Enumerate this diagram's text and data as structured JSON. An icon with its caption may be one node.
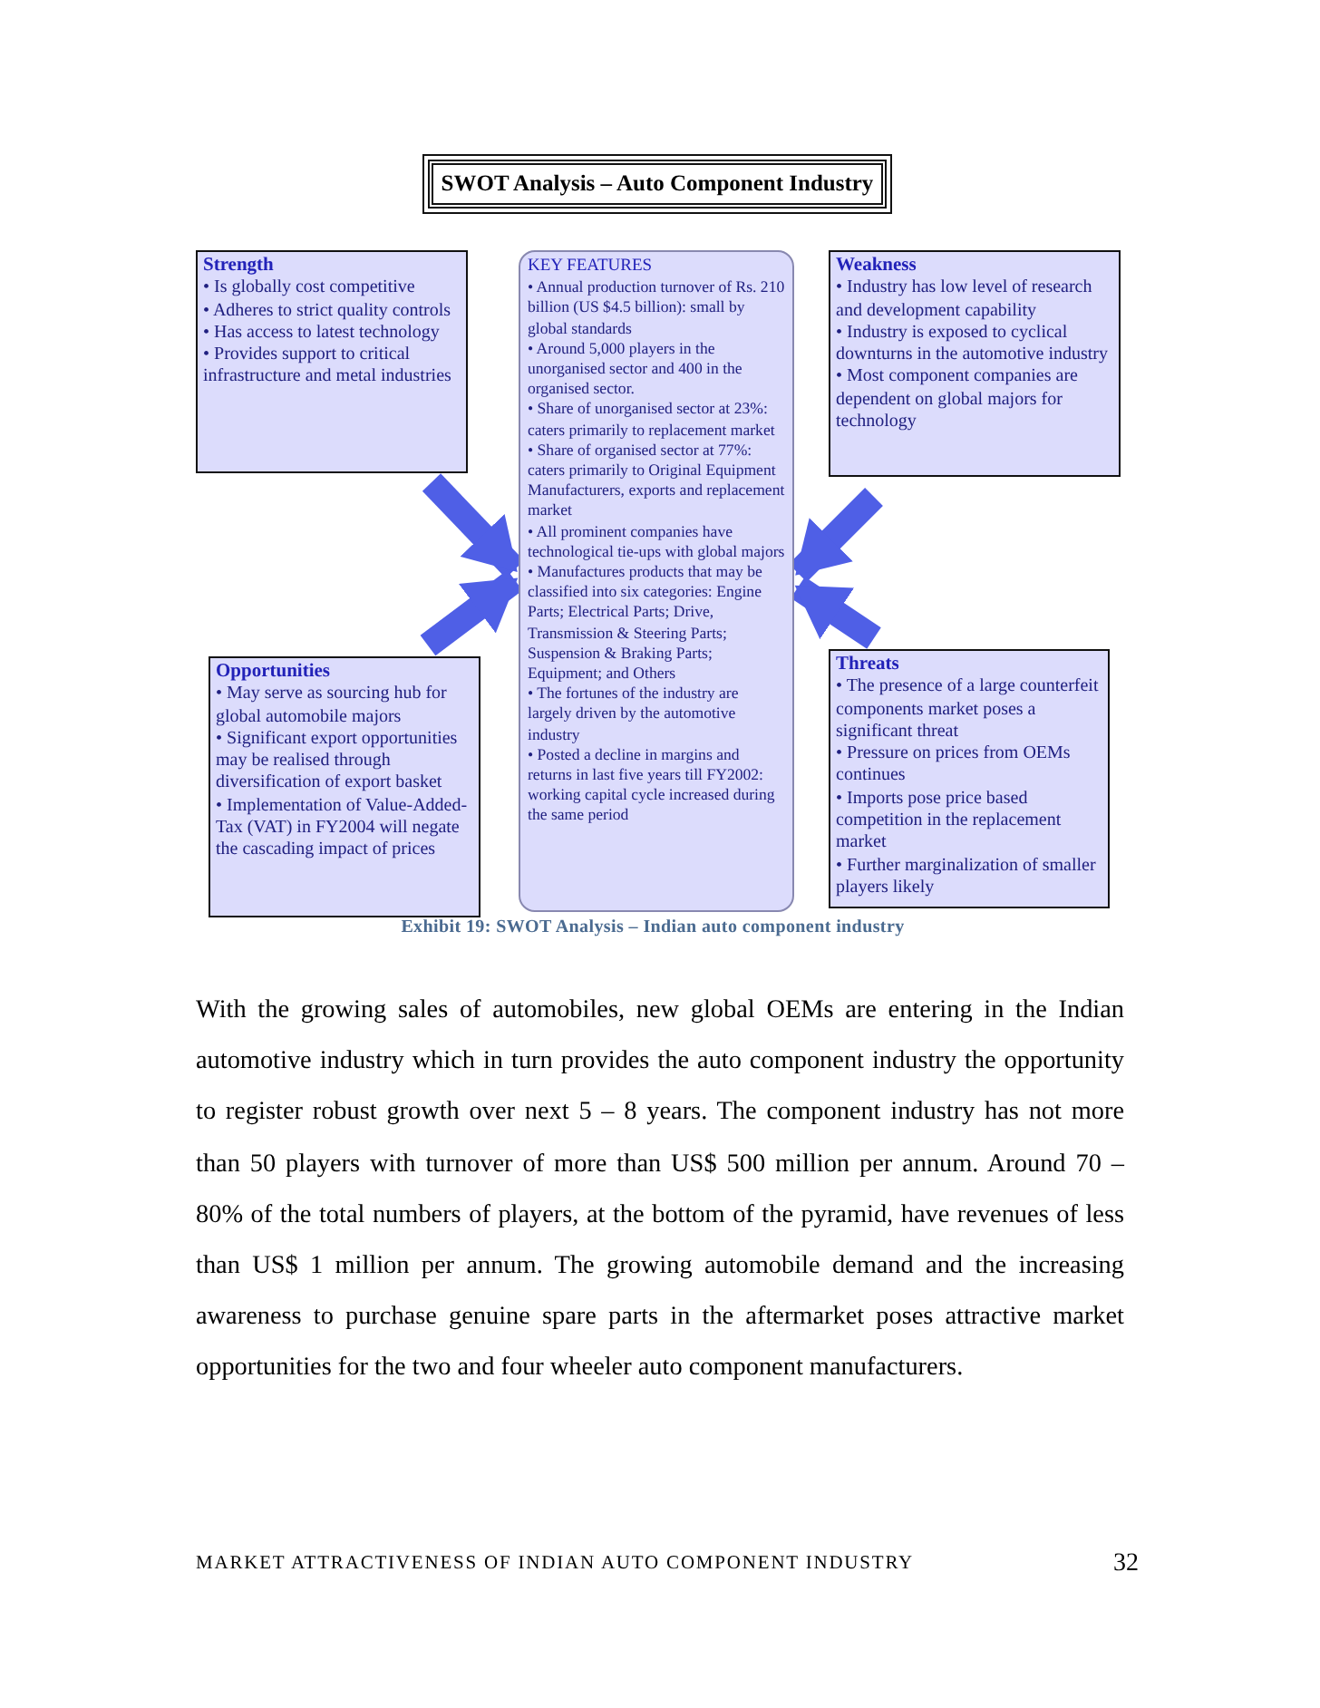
{
  "diagram": {
    "caption": "Exhibit 19: SWOT Analysis – Indian auto component industry",
    "nodes": [
      {
        "text": [
          "SWOT Analysis – Auto Component Industry"
        ]
      },
      {
        "text": [
          "Strength",
          "• Is globally cost competitive",
          "• Adheres to strict quality controls",
          "• Has access to latest technology",
          "• Provides support to critical infrastructure and metal industries"
        ]
      },
      {
        "text": [
          "KEY FEATURES",
          "• Annual production turnover of Rs. 210 billion (US $4.5 billion): small by global standards",
          "• Around 5,000 players in the unorganised sector and 400 in the organised sector.",
          "• Share of unorganised sector at 23%: caters primarily to replacement market",
          "• Share of organised sector at 77%: caters primarily to Original Equipment Manufacturers, exports and replacement market",
          "• All prominent companies have technological tie-ups with global majors",
          "• Manufactures products that may be classified into six categories: Engine Parts; Electrical Parts; Drive, Transmission & Steering Parts; Suspension & Braking Parts; Equipment; and Others",
          "• The fortunes of the industry are largely driven by the automotive industry",
          "• Posted a decline in margins and returns in last five years till FY2002: working capital cycle increased during the same period"
        ]
      },
      {
        "text": [
          "Weakness",
          "• Industry has low level of research and development capability",
          "• Industry is exposed to cyclical downturns in the automotive industry",
          "• Most component companies are dependent on global majors for technology"
        ]
      },
      {
        "text": [
          "Opportunities",
          "• May serve as sourcing hub for global automobile majors",
          "• Significant export opportunities may be realised through diversification of export basket",
          "• Implementation of Value-Added-Tax (VAT) in FY2004 will negate the cascading impact of prices"
        ]
      },
      {
        "text": [
          "Threats",
          "• The presence of a large counterfeit components market poses a significant threat",
          "• Pressure on prices from OEMs continues",
          "• Imports pose price based competition in the replacement market",
          "• Further marginalization of smaller players likely"
        ]
      }
    ],
    "edges": [
      {
        "from": 1,
        "to": 2,
        "arrow": "to"
      },
      {
        "from": 3,
        "to": 2,
        "arrow": "to"
      },
      {
        "from": 4,
        "to": 2,
        "arrow": "to"
      },
      {
        "from": 5,
        "to": 2,
        "arrow": "to"
      }
    ],
    "labels": [
      "With the growing sales of automobiles, new global OEMs are entering in the Indian automotive industry which in turn provides the auto component industry the opportunity to register robust growth over next 5 – 8 years. The component industry has not more than 50 players with turnover of more than US$ 500 million per annum. Around 70 – 80% of the total numbers of players, at the bottom of the pyramid, have revenues of less than US$ 1 million per annum. The growing automobile demand and the increasing awareness to purchase genuine spare parts in the aftermarket poses attractive market opportunities for the two and four wheeler auto component manufacturers.",
      "MARKET ATTRACTIVENESS OF INDIAN AUTO COMPONENT INDUSTRY",
      "32"
    ]
  }
}
